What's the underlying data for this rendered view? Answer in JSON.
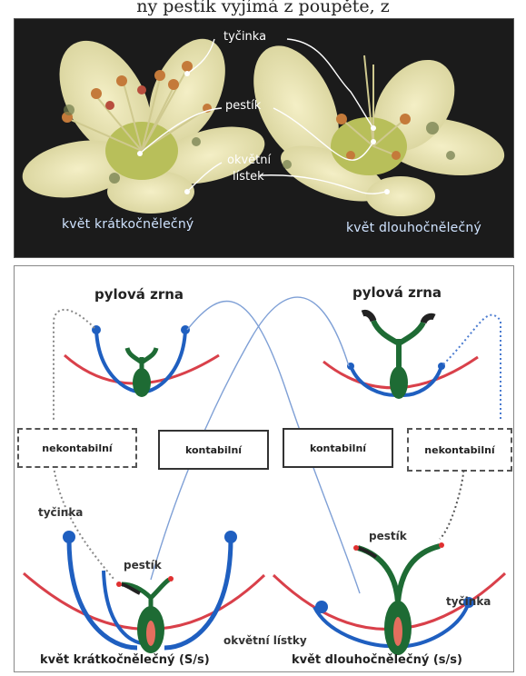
{
  "caption_fragment": "ny pestík vyjímá z poupěte, z",
  "photo": {
    "labels": {
      "stamen": "tyčinka",
      "pistil": "pestík",
      "petal_line1": "okvětní",
      "petal_line2": "lístek"
    },
    "captions": {
      "left": "květ krátkočnělečný",
      "right": "květ dlouhočnělečný"
    }
  },
  "diagram": {
    "pollen_left": "pylová zrna",
    "pollen_right": "pylová zrna",
    "box_nekontabilni_left": "nekontabilní",
    "box_kontabilni_left": "kontabilní",
    "box_kontabilni_right": "kontabilní",
    "box_nekontabilni_right": "nekontabilní",
    "stamen_left": "tyčinka",
    "pistil_left": "pestík",
    "pistil_right": "pestík",
    "stamen_right": "tyčinka",
    "petals": "okvětní lístky",
    "caption_left": "květ krátkočnělečný (S/s)",
    "caption_right": "květ dlouhočnělečný (s/s)"
  },
  "colors": {
    "stamen_blue": "#1f5fc0",
    "petal_red": "#d9404a",
    "pistil_green": "#1e6b34",
    "stigma_black": "#222222"
  }
}
